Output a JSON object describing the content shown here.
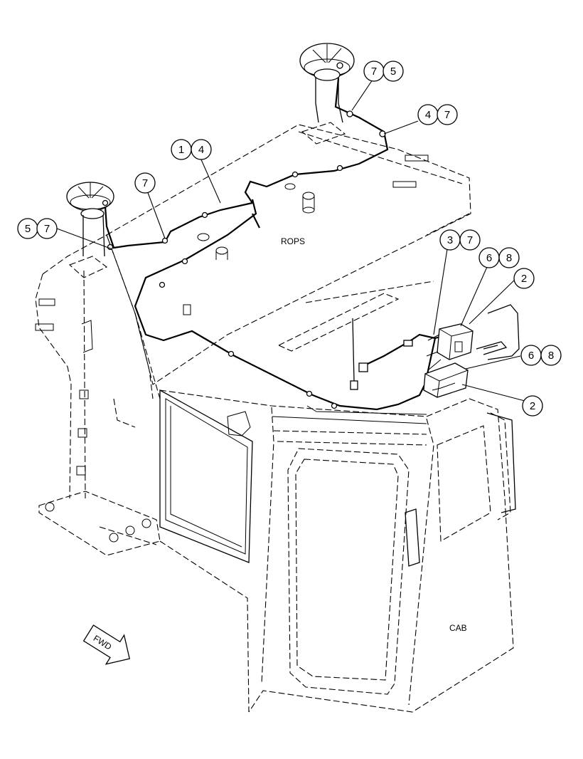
{
  "labels": {
    "rops": "ROPS",
    "cab": "CAB",
    "fwd": "FWD"
  },
  "callouts": [
    {
      "id": "c1",
      "nums": [
        "1",
        "4"
      ]
    },
    {
      "id": "c2",
      "nums": [
        "7"
      ]
    },
    {
      "id": "c3",
      "nums": [
        "5",
        "7"
      ]
    },
    {
      "id": "c4",
      "nums": [
        "7",
        "5"
      ]
    },
    {
      "id": "c5",
      "nums": [
        "4",
        "7"
      ]
    },
    {
      "id": "c6",
      "nums": [
        "3",
        "7"
      ]
    },
    {
      "id": "c7",
      "nums": [
        "6",
        "8"
      ]
    },
    {
      "id": "c8",
      "nums": [
        "2"
      ]
    },
    {
      "id": "c9",
      "nums": [
        "6",
        "8"
      ]
    },
    {
      "id": "c10",
      "nums": [
        "2"
      ]
    }
  ]
}
